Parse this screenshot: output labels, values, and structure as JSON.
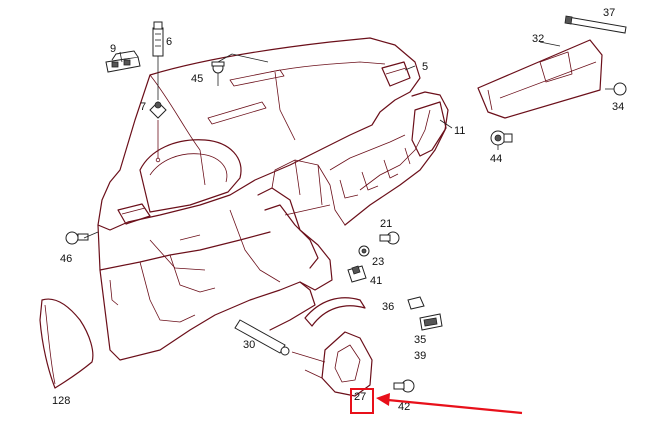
{
  "diagram": {
    "callouts": {
      "p5": "5",
      "p6": "6",
      "p7": "7",
      "p9": "9",
      "p11": "11",
      "p21": "21",
      "p23": "23",
      "p27": "27",
      "p30": "30",
      "p32": "32",
      "p34": "34",
      "p35": "35",
      "p36": "36",
      "p37": "37",
      "p39": "39",
      "p41": "41",
      "p42": "42",
      "p44": "44",
      "p45": "45",
      "p46": "46",
      "p128": "128"
    },
    "highlight": {
      "part": "27",
      "color": "#e8101a"
    },
    "line_color": "#6b0f1a"
  }
}
